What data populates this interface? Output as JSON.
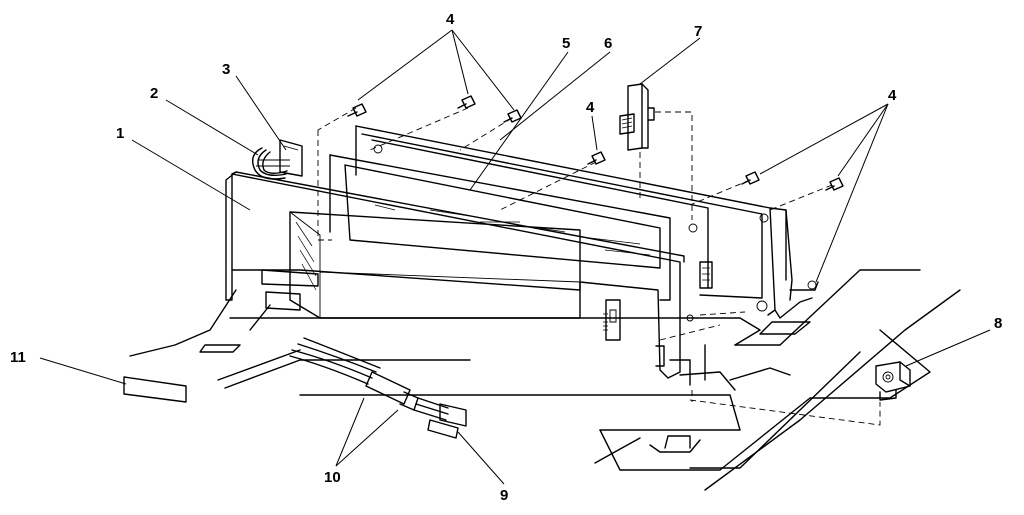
{
  "callouts": [
    "1",
    "2",
    "3",
    "4",
    "4",
    "4",
    "5",
    "6",
    "7",
    "8",
    "9",
    "10",
    "11"
  ]
}
